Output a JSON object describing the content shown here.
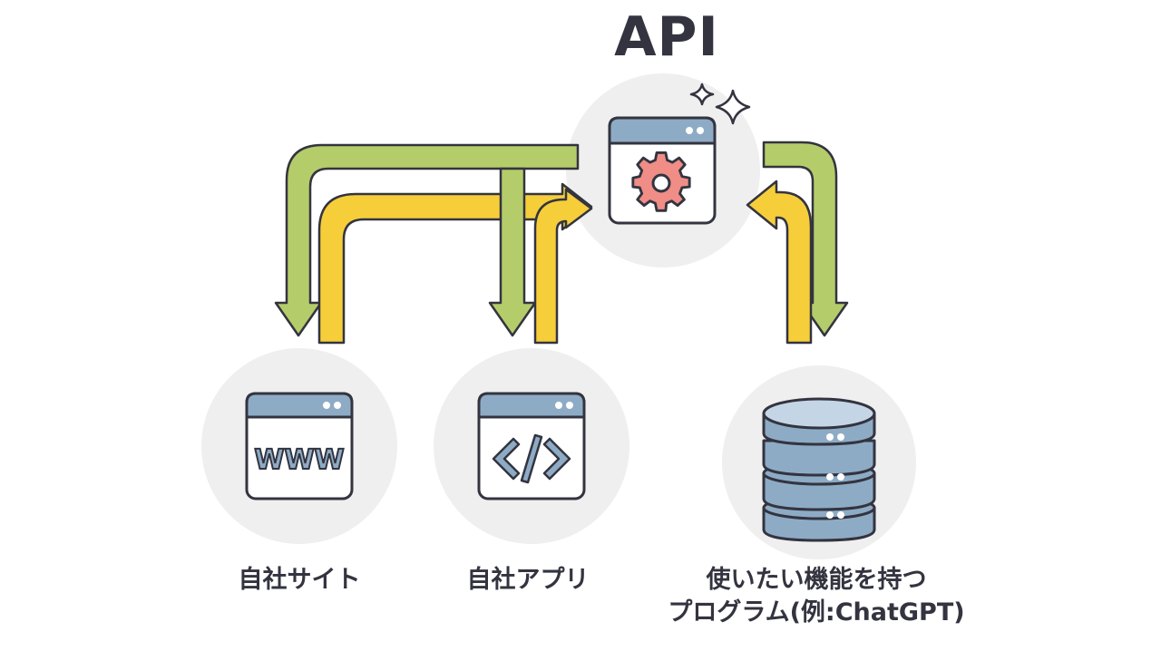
{
  "title": "API",
  "nodes": {
    "api": {
      "icon": "gear-window-icon"
    },
    "site": {
      "label": "自社サイト",
      "icon_text": "WWW",
      "icon": "www-window-icon"
    },
    "app": {
      "label": "自社アプリ",
      "icon": "code-window-icon"
    },
    "program": {
      "label_line1": "使いたい機能を持つ",
      "label_line2": "プログラム(例:ChatGPT)",
      "icon": "database-icon"
    }
  },
  "colors": {
    "green_arrow": "#b5cc6a",
    "yellow_arrow": "#f6ce3a",
    "circle_bg": "#efefef",
    "outline": "#33343f",
    "window_header": "#8eabc6",
    "gear": "#ef8d86",
    "db_body": "#8eabc6",
    "db_top": "#c4d6e6"
  }
}
